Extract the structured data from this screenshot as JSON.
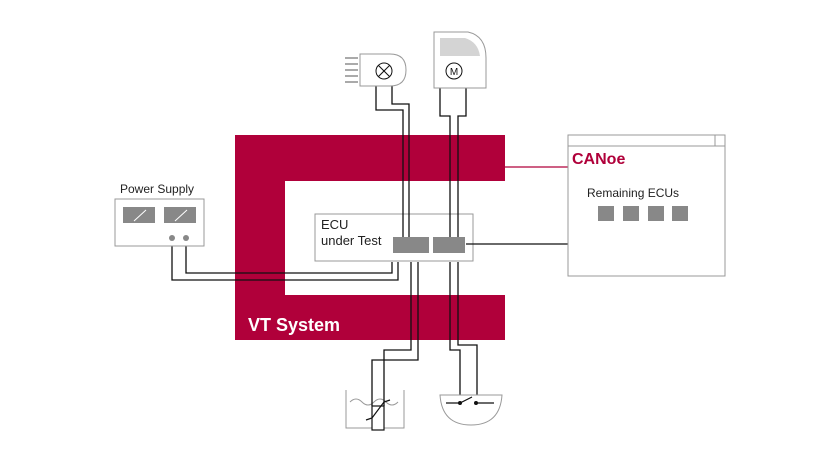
{
  "labels": {
    "power_supply": "Power Supply",
    "canoe": "CANoe",
    "remaining_ecus": "Remaining ECUs",
    "ecu_line1": "ECU",
    "ecu_line2": "under Test",
    "vt_system": "VT System",
    "motor_symbol": "M"
  },
  "colors": {
    "vt_system": "#b0003a",
    "box_fill": "#888888",
    "line": "#111111",
    "outline": "#999999"
  },
  "icons": {
    "lamp": "lamp-icon",
    "motor": "motor-icon",
    "sensor": "thermistor-icon",
    "switch": "switch-icon",
    "meter": "meter-icon"
  }
}
